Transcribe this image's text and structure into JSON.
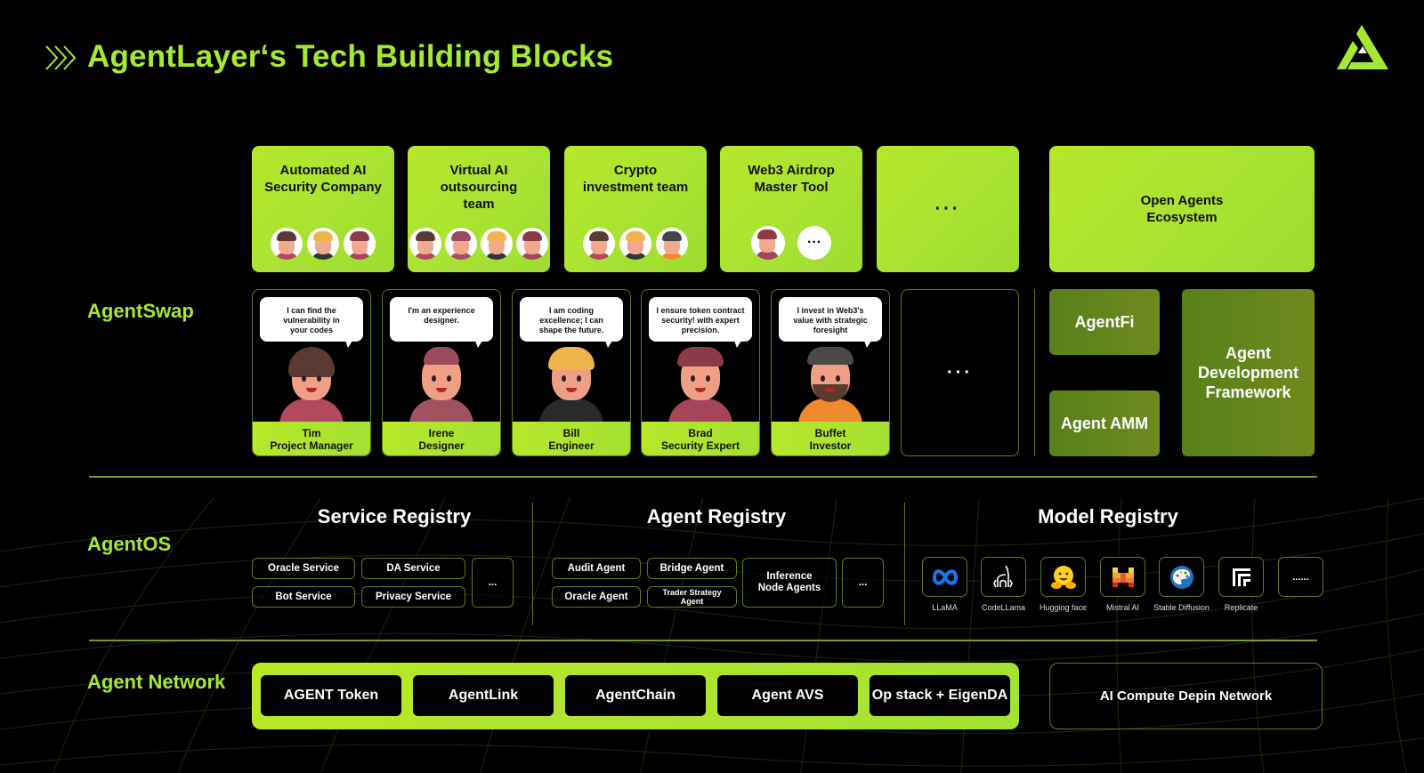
{
  "header": {
    "title": "AgentLayer‘s Tech Building Blocks",
    "logo": "agentlayer-triangle-logo"
  },
  "colors": {
    "accent": "#a6e935",
    "olive": "#6e8a1e",
    "border": "#5b7a1a",
    "background": "#000000"
  },
  "layers": {
    "agentswap": "AgentSwap",
    "agentos": "AgentOS",
    "agent_network": "Agent Network"
  },
  "teams": [
    {
      "title": "Automated AI Security Company",
      "members": [
        "tim",
        "bill",
        "brad"
      ]
    },
    {
      "title": "Virtual AI outsourcing team",
      "members": [
        "tim",
        "irene",
        "bill",
        "brad"
      ]
    },
    {
      "title": "Crypto investment team",
      "members": [
        "tim",
        "bill",
        "buffet"
      ]
    },
    {
      "title": "Web3 Airdrop Master Tool",
      "members": [
        "brad"
      ],
      "more": "···"
    },
    {
      "title": "···"
    }
  ],
  "ecosystem": {
    "title": "Open Agents Ecosystem"
  },
  "agents": [
    {
      "quote": "I can find the vulnerability in your codes",
      "name": "Tim",
      "role": "Project Manager"
    },
    {
      "quote": "I'm an experience designer.",
      "name": "Irene",
      "role": "Designer"
    },
    {
      "quote": "I am coding excellence; I can shape the future.",
      "name": "Bill",
      "role": "Engineer"
    },
    {
      "quote": "I ensure token contract security! with expert precision.",
      "name": "Brad",
      "role": "Security Expert"
    },
    {
      "quote": "I invest in Web3's value with strategic foresight",
      "name": "Buffet",
      "role": "Investor"
    }
  ],
  "agents_more": "···",
  "swap_modules": {
    "agentfi": "AgentFi",
    "agent_amm": "Agent AMM",
    "adf": "Agent Development Framework"
  },
  "registries": {
    "service": {
      "title": "Service Registry",
      "items": [
        "Oracle Service",
        "DA Service",
        "Bot Service",
        "Privacy Service"
      ],
      "more": "..."
    },
    "agent": {
      "title": "Agent Registry",
      "items": [
        "Audit Agent",
        "Bridge Agent",
        "Oracle Agent",
        "Trader Strategy Agent",
        "Inference Node Agents"
      ],
      "more": "..."
    },
    "model": {
      "title": "Model Registry",
      "models": [
        {
          "label": "LLaMA",
          "icon": "meta-infinity-icon"
        },
        {
          "label": "CodeLLama",
          "icon": "llama-icon"
        },
        {
          "label": "Hugging face",
          "icon": "hugging-face-icon"
        },
        {
          "label": "Mistral AI",
          "icon": "mistral-icon"
        },
        {
          "label": "Stable Diffusion",
          "icon": "palette-icon"
        },
        {
          "label": "Replicate",
          "icon": "replicate-icon"
        }
      ],
      "more": "......"
    }
  },
  "network": {
    "items": [
      "AGENT Token",
      "AgentLink",
      "AgentChain",
      "Agent AVS",
      "Op stack + EigenDA"
    ],
    "depin": "AI Compute Depin Network"
  }
}
